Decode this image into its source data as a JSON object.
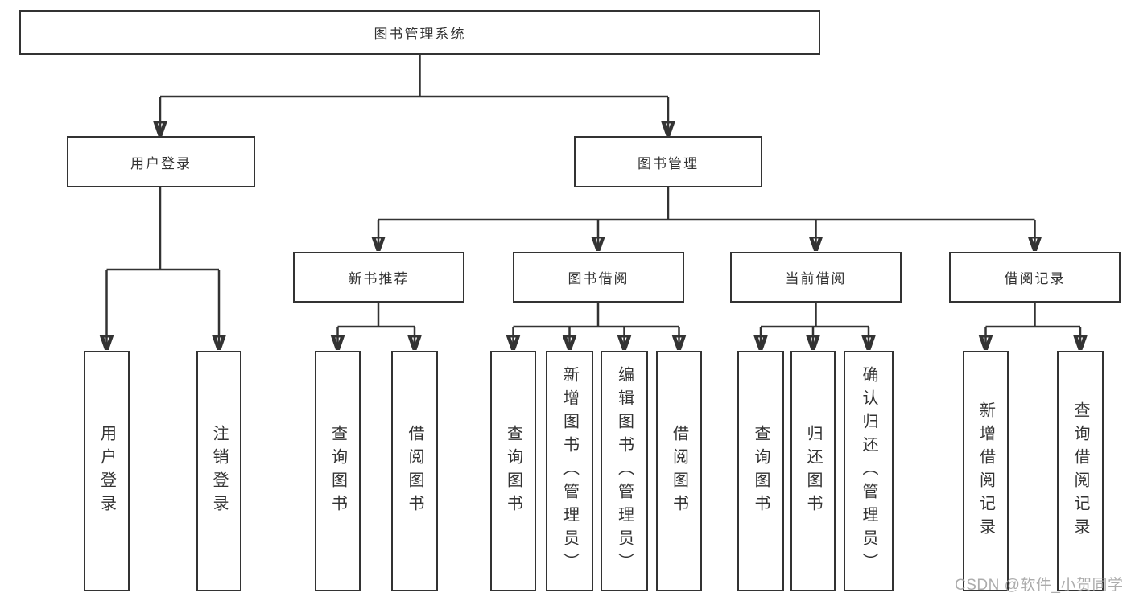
{
  "tree": {
    "root": "图书管理系统",
    "children": [
      {
        "label": "用户登录",
        "children": [
          "用户登录",
          "注销登录"
        ]
      },
      {
        "label": "图书管理",
        "children": [
          {
            "label": "新书推荐",
            "children": [
              "查询图书",
              "借阅图书"
            ]
          },
          {
            "label": "图书借阅",
            "children": [
              "查询图书",
              "新增图书（管理员）",
              "编辑图书（管理员）",
              "借阅图书"
            ]
          },
          {
            "label": "当前借阅",
            "children": [
              "查询图书",
              "归还图书",
              "确认归还（管理员）"
            ]
          },
          {
            "label": "借阅记录",
            "children": [
              "新增借阅记录",
              "查询借阅记录"
            ]
          }
        ]
      }
    ]
  },
  "watermark": {
    "text": "CSDN @软件_小贺同学"
  },
  "colors": {
    "line": "#333333",
    "box_border": "#333333",
    "text": "#333333",
    "watermark": "#9e9e9e",
    "background": "#ffffff"
  }
}
